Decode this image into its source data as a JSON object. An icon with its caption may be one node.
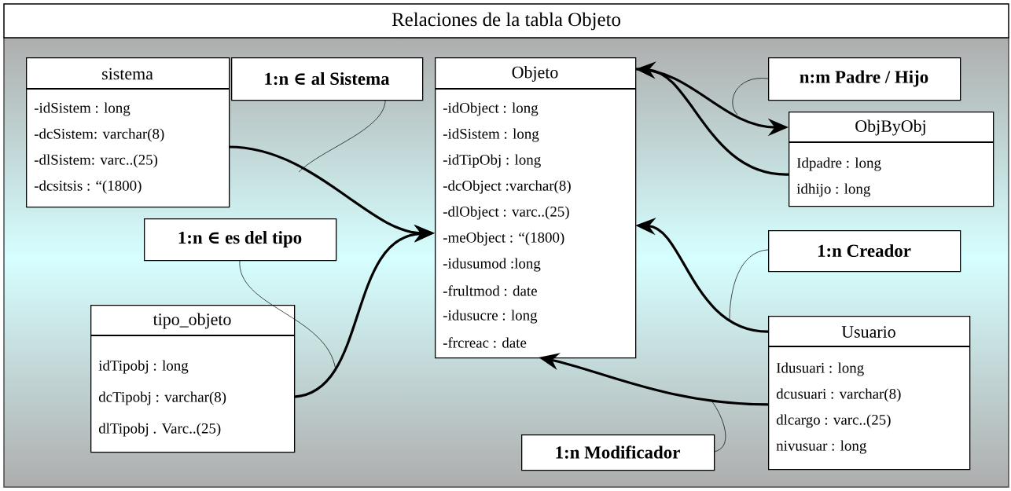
{
  "diagram": {
    "title": "Relaciones de la tabla Objeto",
    "nodes": [
      {
        "text": [
          "sistema",
          "-idSistem : long",
          "-dcSistem: varchar(8)",
          "-dlSistem: varc..(25)",
          "-dcsitsis : “(1800)"
        ]
      },
      {
        "text": [
          "1:n ∈ al Sistema"
        ]
      },
      {
        "text": [
          "Objeto",
          "-idObject : long",
          "-idSistem : long",
          "-idTipObj : long",
          "-dcObject :varchar(8)",
          "-dlObject : varc..(25)",
          "-meObject : “(1800)",
          "-idusumod :long",
          "-frultmod : date",
          "-idusucre : long",
          "-frcreac : date"
        ]
      },
      {
        "text": [
          "n:m Padre / Hijo"
        ]
      },
      {
        "text": [
          "ObjByObj",
          "Idpadre : long",
          "idhijo : long"
        ]
      },
      {
        "text": [
          "1:n ∈ es del tipo"
        ]
      },
      {
        "text": [
          "1:n Creador"
        ]
      },
      {
        "text": [
          "tipo_objeto",
          "idTipobj : long",
          "dcTipobj : varchar(8)",
          "dlTipobj . Varc..(25)"
        ]
      },
      {
        "text": [
          "Usuario",
          "Idusuari : long",
          "dcusuari : varchar(8)",
          "dlcargo : varc..(25)",
          "nivusuar : long"
        ]
      },
      {
        "text": [
          "1:n Modificador"
        ]
      }
    ],
    "edges": [
      {
        "from": 0,
        "to": 2,
        "arrow": "to"
      },
      {
        "from": 7,
        "to": 2,
        "arrow": "to"
      },
      {
        "from": 2,
        "to": 4,
        "arrow": "to"
      },
      {
        "from": 4,
        "to": 2,
        "arrow": "to"
      },
      {
        "from": 8,
        "to": 2,
        "arrow": "to"
      },
      {
        "from": 8,
        "to": 2,
        "arrow": "to"
      },
      {
        "from": 1,
        "to": null,
        "arrow": "none"
      },
      {
        "from": 5,
        "to": null,
        "arrow": "none"
      },
      {
        "from": 3,
        "to": null,
        "arrow": "none"
      },
      {
        "from": 6,
        "to": null,
        "arrow": "none"
      },
      {
        "from": 9,
        "to": null,
        "arrow": "none"
      }
    ]
  }
}
